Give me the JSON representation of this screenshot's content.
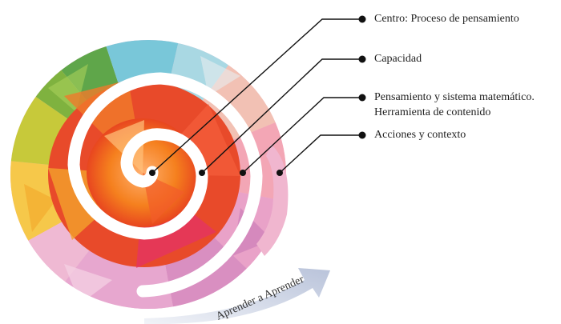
{
  "labels": {
    "centro": "Centro: Proceso de pensamiento",
    "capacidad": "Capacidad",
    "pensamiento_line1": "Pensamiento y sistema matemático.",
    "pensamiento_line2": "Herramienta de contenido",
    "acciones": "Acciones y contexto"
  },
  "arrow_label": "Aprender a Aprender",
  "colors": {
    "text": "#222222",
    "leader_line": "#111111",
    "arrow": "#c9d0e0",
    "spiral_gap": "#ffffff"
  }
}
